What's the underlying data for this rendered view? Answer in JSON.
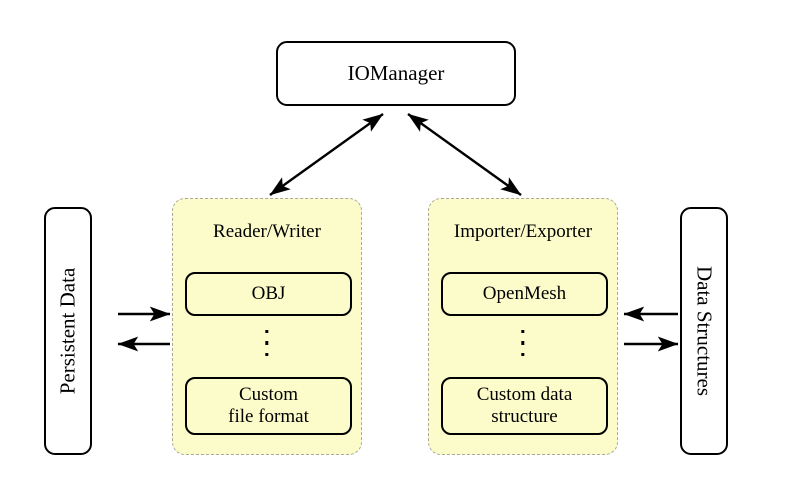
{
  "diagram": {
    "title": "IO architecture diagram",
    "colors": {
      "group_fill": "#fcfccb",
      "group_border": "#a8a8a0",
      "node_border": "#000000",
      "background": "#ffffff"
    },
    "manager": {
      "label": "IOManager"
    },
    "left_store": {
      "label": "Persistent Data",
      "orientation": "rotated-90-ccw"
    },
    "right_store": {
      "label": "Data Structures",
      "orientation": "rotated-90-cw"
    },
    "groups": [
      {
        "id": "reader-writer",
        "title": "Reader/Writer",
        "items": [
          {
            "label": "OBJ"
          },
          {
            "label": "Custom\nfile format",
            "line1": "Custom",
            "line2": "file format"
          }
        ],
        "ellipsis": "⋮"
      },
      {
        "id": "importer-exporter",
        "title": "Importer/Exporter",
        "items": [
          {
            "label": "OpenMesh"
          },
          {
            "label": "Custom data\nstructure",
            "line1": "Custom data",
            "line2": "structure"
          }
        ],
        "ellipsis": "⋮"
      }
    ],
    "connections": [
      {
        "id": "manager-reader-writer",
        "from": "IOManager",
        "to": "Reader/Writer",
        "style": "double-headed"
      },
      {
        "id": "manager-importer-exporter",
        "from": "IOManager",
        "to": "Importer/Exporter",
        "style": "double-headed"
      },
      {
        "id": "persistent-to-reader",
        "from": "Persistent Data",
        "to": "Reader/Writer",
        "style": "single-headed-right"
      },
      {
        "id": "reader-to-persistent",
        "from": "Reader/Writer",
        "to": "Persistent Data",
        "style": "single-headed-left"
      },
      {
        "id": "structures-to-importer",
        "from": "Data Structures",
        "to": "Importer/Exporter",
        "style": "single-headed-left"
      },
      {
        "id": "importer-to-structures",
        "from": "Importer/Exporter",
        "to": "Data Structures",
        "style": "single-headed-right"
      }
    ]
  }
}
